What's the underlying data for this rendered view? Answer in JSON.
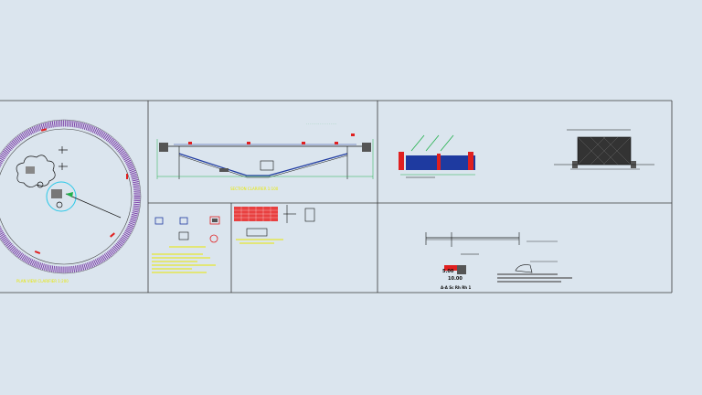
{
  "drawing": {
    "background": "#dbe5ee",
    "frame_color": "#3a3a3a",
    "ring_color": "#7b3fa8",
    "accent_red": "#e02020",
    "accent_cyan": "#28c8e8",
    "accent_green": "#22b14c",
    "accent_blue": "#1e3aa0",
    "caption_yellow": "#e8e800",
    "panels": [
      {
        "id": "plan-view",
        "caption": ""
      },
      {
        "id": "section-view",
        "caption": ""
      },
      {
        "id": "detail-small",
        "caption": ""
      },
      {
        "id": "detail-grid",
        "caption": ""
      },
      {
        "id": "foundation-left",
        "caption": ""
      },
      {
        "id": "foundation-right",
        "caption": ""
      },
      {
        "id": "section-detail",
        "caption": "A-A Sc Rh Rh 1"
      }
    ],
    "dimension_labels": [
      "5.00",
      "10.00"
    ]
  }
}
